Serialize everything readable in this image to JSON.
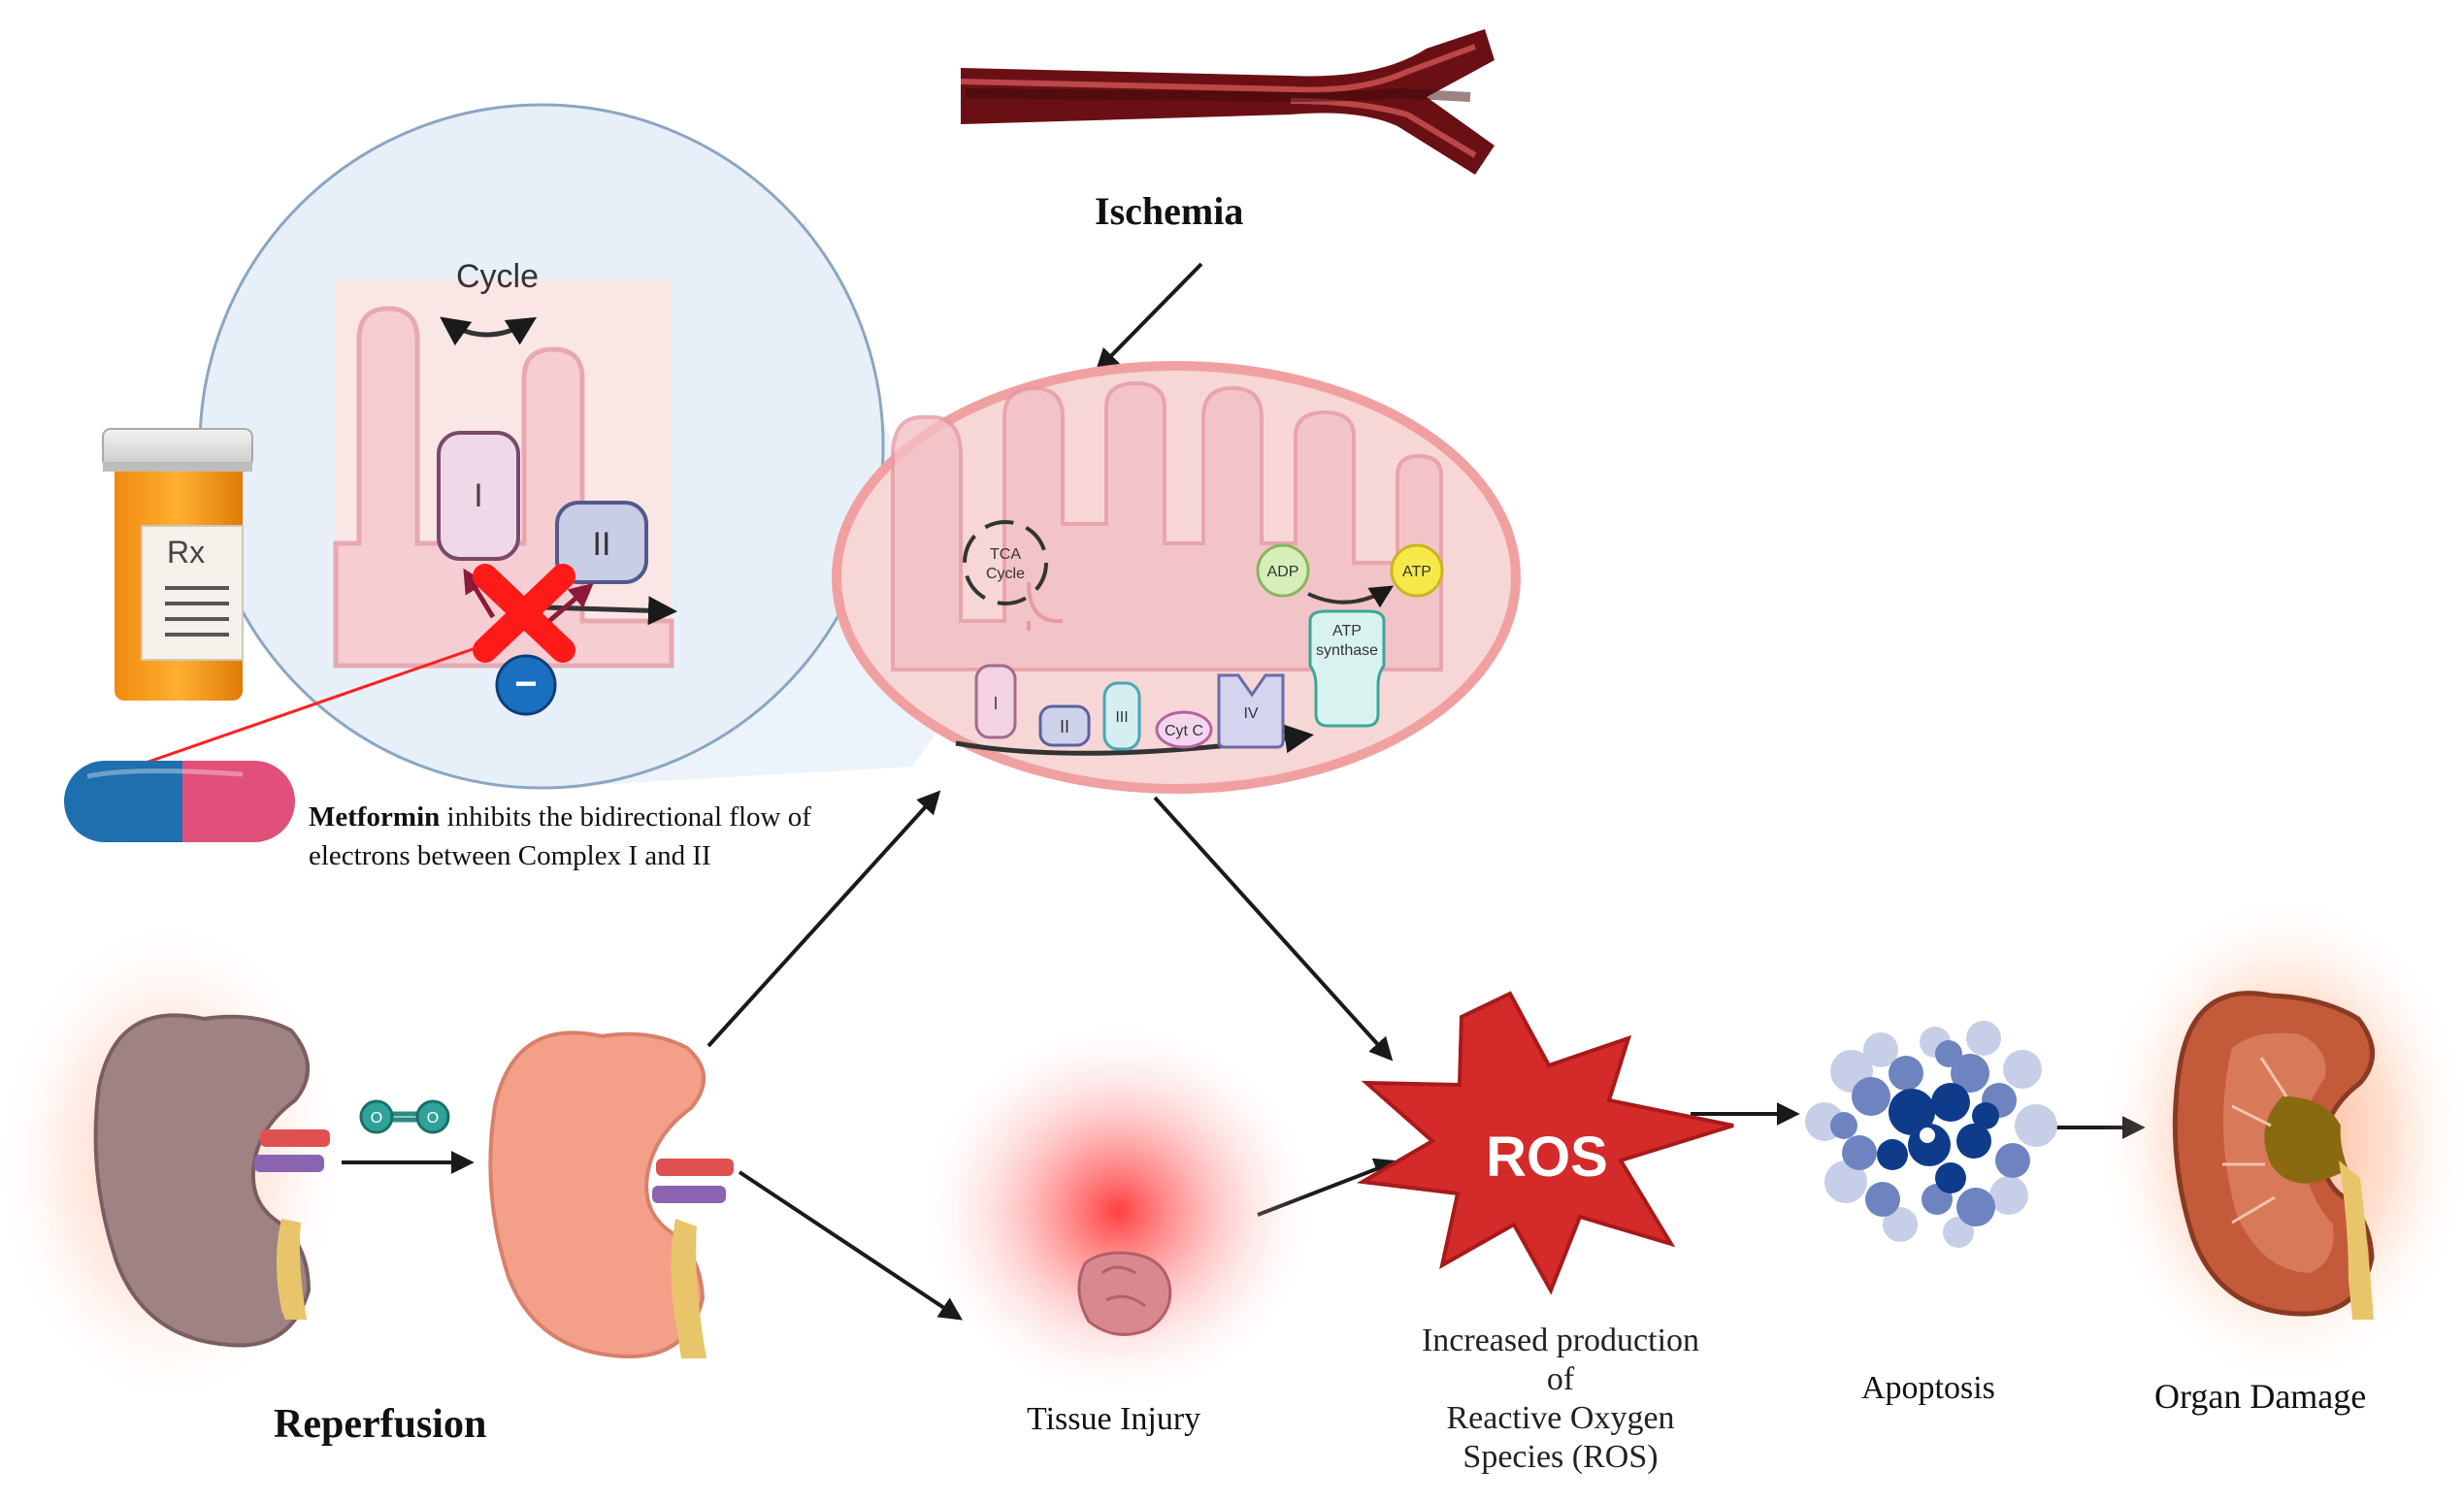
{
  "labels": {
    "ischemia": "Ischemia",
    "reperfusion": "Reperfusion",
    "tissue_injury": "Tissue Injury",
    "ros": "ROS",
    "ros_caption": [
      "Increased production",
      "of",
      "Reactive Oxygen",
      "Species (ROS)"
    ],
    "apoptosis": "Apoptosis",
    "organ_damage": "Organ Damage",
    "metformin_bold": "Metformin",
    "metformin_rest_line1": " inhibits the bidirectional flow of",
    "metformin_line2": "electrons between Complex I and II"
  },
  "mitochondrion": {
    "tca": [
      "TCA",
      "Cycle"
    ],
    "complexes": [
      "I",
      "II",
      "III",
      "Cyt C",
      "IV"
    ],
    "atp_synthase": [
      "ATP",
      "synthase"
    ],
    "adp": "ADP",
    "atp": "ATP"
  },
  "zoom": {
    "cycle_fragment": "Cycle",
    "complex_i": "I",
    "complex_ii": "II",
    "inhibitor_sign": "−"
  },
  "pill_bottle": {
    "rx": "Rx"
  },
  "oxygen": {
    "atom": "O"
  },
  "colors": {
    "vessel": "#5a0e10",
    "mito_fill": "#f7d6d6",
    "mito_border": "#f0a0a0",
    "ros_red": "#d42a2a",
    "inhibit_red": "#ff1a1a",
    "pill_blue": "#1e6fb0",
    "pill_pink": "#e0507a"
  }
}
